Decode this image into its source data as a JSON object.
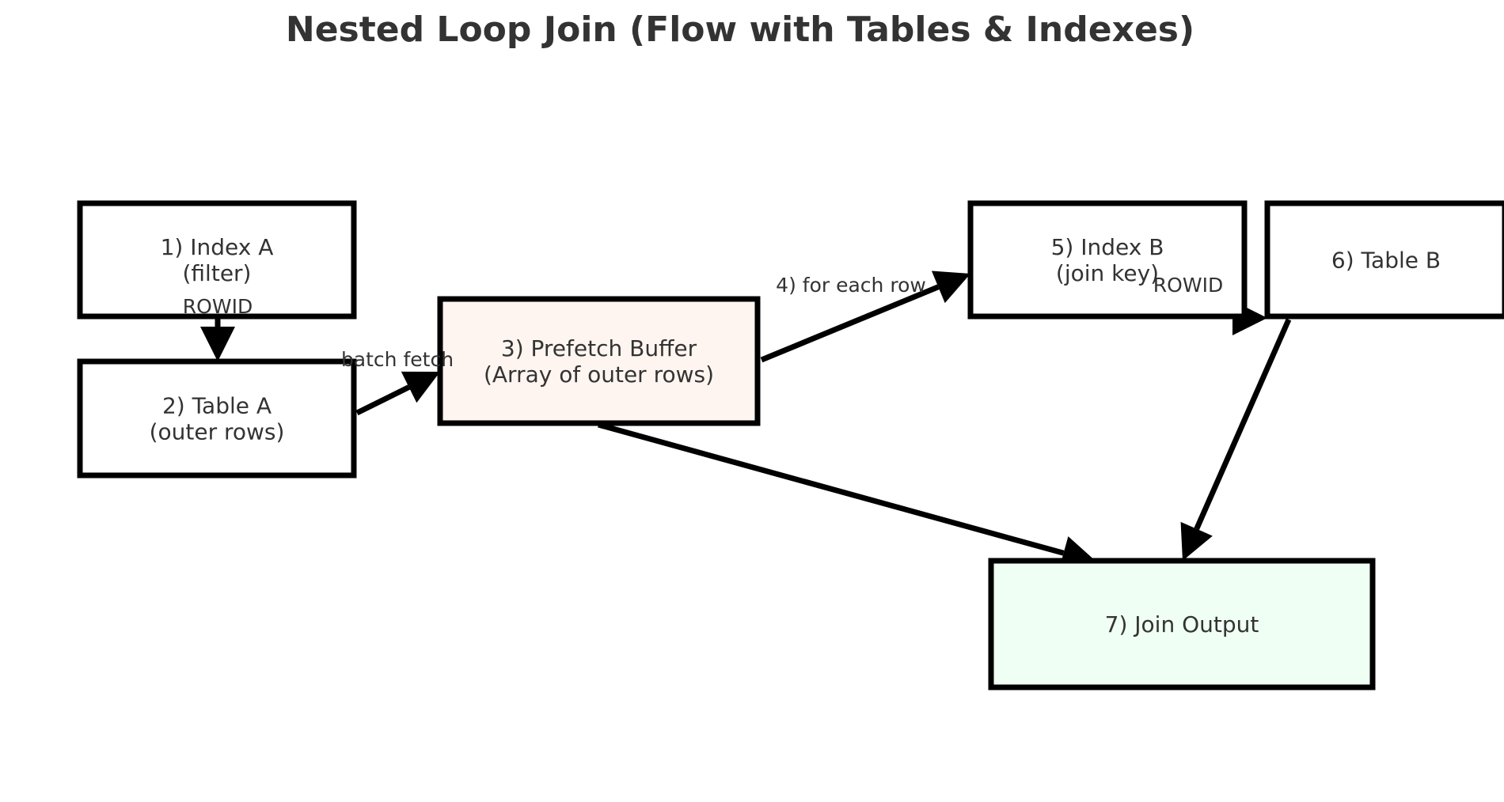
{
  "diagram": {
    "title": "Nested Loop Join (Flow with Tables & Indexes)",
    "nodes": [
      {
        "id": "index-a",
        "lines": [
          "1) Index A",
          "(filter)"
        ],
        "fill": "#ffffff"
      },
      {
        "id": "table-a",
        "lines": [
          "2) Table A",
          "(outer rows)"
        ],
        "fill": "#ffffff"
      },
      {
        "id": "prefetch-buffer",
        "lines": [
          "3) Prefetch Buffer",
          "(Array of outer rows)"
        ],
        "fill": "#fff5f0"
      },
      {
        "id": "index-b",
        "lines": [
          "5) Index B",
          "(join key)"
        ],
        "fill": "#ffffff"
      },
      {
        "id": "table-b",
        "lines": [
          "6) Table B"
        ],
        "fill": "#ffffff"
      },
      {
        "id": "join-output",
        "lines": [
          "7) Join Output"
        ],
        "fill": "#f0fff3"
      }
    ],
    "edges": [
      {
        "id": "index-a-to-table-a",
        "from": "index-a",
        "to": "table-a",
        "label": "ROWID"
      },
      {
        "id": "table-a-to-buffer",
        "from": "table-a",
        "to": "prefetch-buffer",
        "label": "batch fetch"
      },
      {
        "id": "buffer-to-index-b",
        "from": "prefetch-buffer",
        "to": "index-b",
        "label": "4) for each row"
      },
      {
        "id": "index-b-to-table-b",
        "from": "index-b",
        "to": "table-b",
        "label": "ROWID"
      },
      {
        "id": "buffer-to-output",
        "from": "prefetch-buffer",
        "to": "join-output",
        "label": ""
      },
      {
        "id": "table-b-to-output",
        "from": "table-b",
        "to": "join-output",
        "label": ""
      }
    ]
  }
}
